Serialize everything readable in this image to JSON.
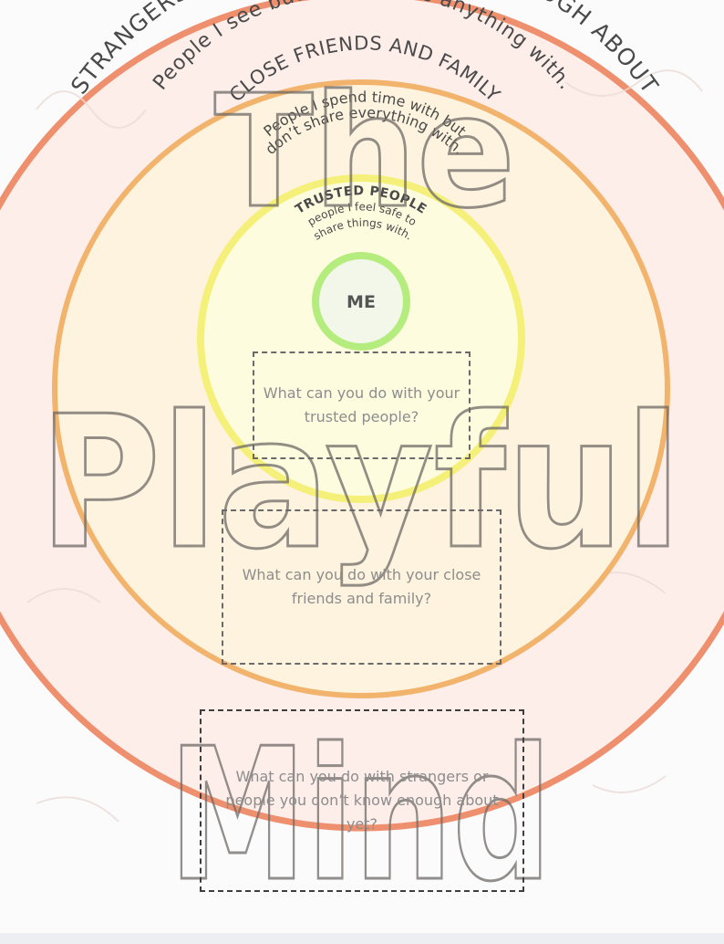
{
  "rings": {
    "outer": {
      "title": "STRANGERS/FRIENDS I DON’T KNOW ENOUGH ABOUT",
      "subtitle": "People I see but don’t share anything with.",
      "stroke": "#ee8f6e",
      "fill": "#fdeeea"
    },
    "middle": {
      "title": "CLOSE FRIENDS AND FAMILY",
      "subtitle_line1": "People I spend time with but",
      "subtitle_line2": "don’t share everything with.",
      "stroke": "#f2b46c",
      "fill": "#fdf3de"
    },
    "inner": {
      "title": "TRUSTED PEOPLE",
      "subtitle_line1": "people I feel safe to",
      "subtitle_line2": "share things with.",
      "stroke": "#f5f07a",
      "fill": "#fefcdf"
    },
    "center": {
      "label": "ME",
      "stroke": "#b5ec7e",
      "fill": "#f2f7ea"
    }
  },
  "prompts": {
    "trusted": "What can you do with your trusted people?",
    "close": "What can you do with your close friends and family?",
    "strangers": "What can you do with strangers or people you don’t know enough about yet?"
  },
  "watermark": {
    "line1": "The",
    "line2": "Playful",
    "line3": "Mind"
  }
}
